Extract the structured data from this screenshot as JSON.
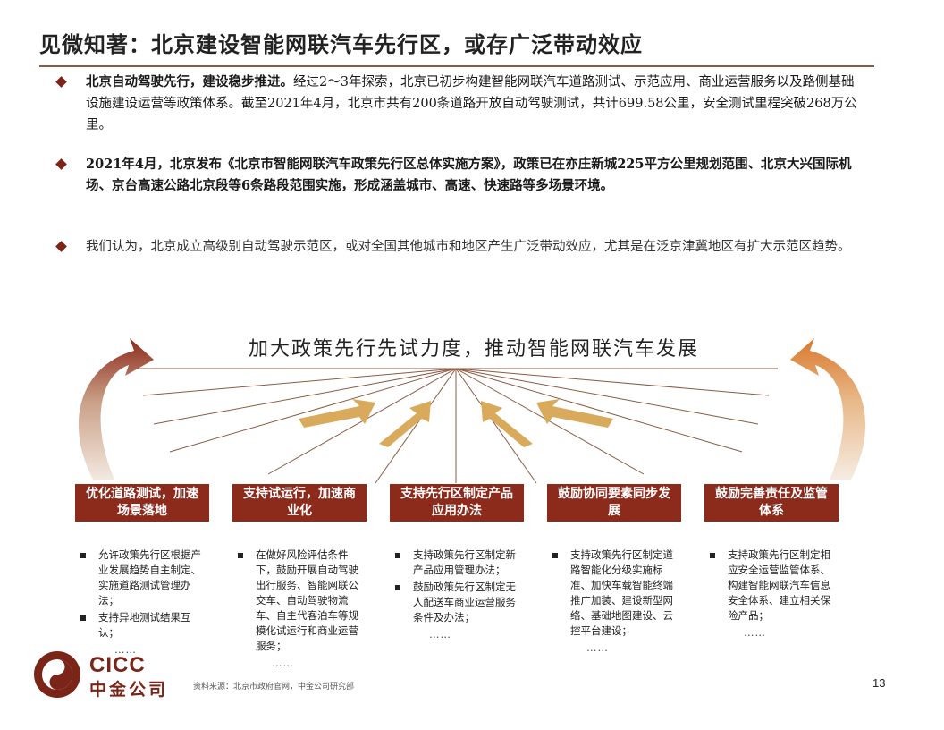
{
  "title": "见微知著：北京建设智能网联汽车先行区，或存广泛带动效应",
  "bullets": [
    {
      "lead": "北京自动驾驶先行，建设稳步推进。",
      "body": "经过2～3年探索，北京已初步构建智能网联汽车道路测试、示范应用、商业运营服务以及路侧基础设施建设运营等政策体系。截至2021年4月，北京市共有200条道路开放自动驾驶测试，共计699.58公里，安全测试里程突破268万公里。"
    },
    {
      "lead": "2021年4月，北京发布《北京市智能网联汽车政策先行区总体实施方案》，政策已在亦庄新城225平方公里规划范围、北京大兴国际机场、京台高速公路北京段等6条路段范围实施，形成涵盖城市、高速、快速路等多场景环境。",
      "body": ""
    },
    {
      "lead": "",
      "body": "我们认为，北京成立高级别自动驾驶示范区，或对全国其他城市和地区产生广泛带动效应，尤其是在泛京津冀地区有扩大示范区趋势。"
    }
  ],
  "banner": "加大政策先行先试力度，推动智能网联汽车发展",
  "columns": [
    {
      "box": "优化道路测试，加速场景落地",
      "items": [
        "允许政策先行区根据产业发展趋势自主制定、实施道路测试管理办法；",
        "支持异地测试结果互认；"
      ],
      "dots": "……"
    },
    {
      "box": "支持试运行，加速商业化",
      "items": [
        "在做好风险评估条件下，鼓励开展自动驾驶出行服务、智能网联公交车、自动驾驶物流车、自主代客泊车等规模化试运行和商业运营服务；"
      ],
      "dots": "……"
    },
    {
      "box": "支持先行区制定产品应用办法",
      "items": [
        "支持政策先行区制定新产品应用管理办法；",
        "鼓励政策先行区制定无人配送车商业运营服务条件及办法；"
      ],
      "dots": "……"
    },
    {
      "box": "鼓励协同要素同步发展",
      "items": [
        "支持政策先行区制定道路智能化分级实施标准、加快车载智能终端推广加装、建设新型网络、基础地图建设、云控平台建设；"
      ],
      "dots": "……"
    },
    {
      "box": "鼓励完善责任及监管体系",
      "items": [
        "支持政策先行区制定相应安全运营监管体系、构建智能网联汽车信息安全体系、建立相关保险产品；"
      ],
      "dots": "……"
    }
  ],
  "logo": {
    "en": "CICC",
    "zh": "中金公司"
  },
  "source": "资料来源：北京市政府官网，中金公司研究部",
  "page_number": "13",
  "colors": {
    "brand": "#7b2418",
    "box": "#8c2b1c",
    "arrow": "#d9a95c",
    "rule": "#8a5a44"
  }
}
